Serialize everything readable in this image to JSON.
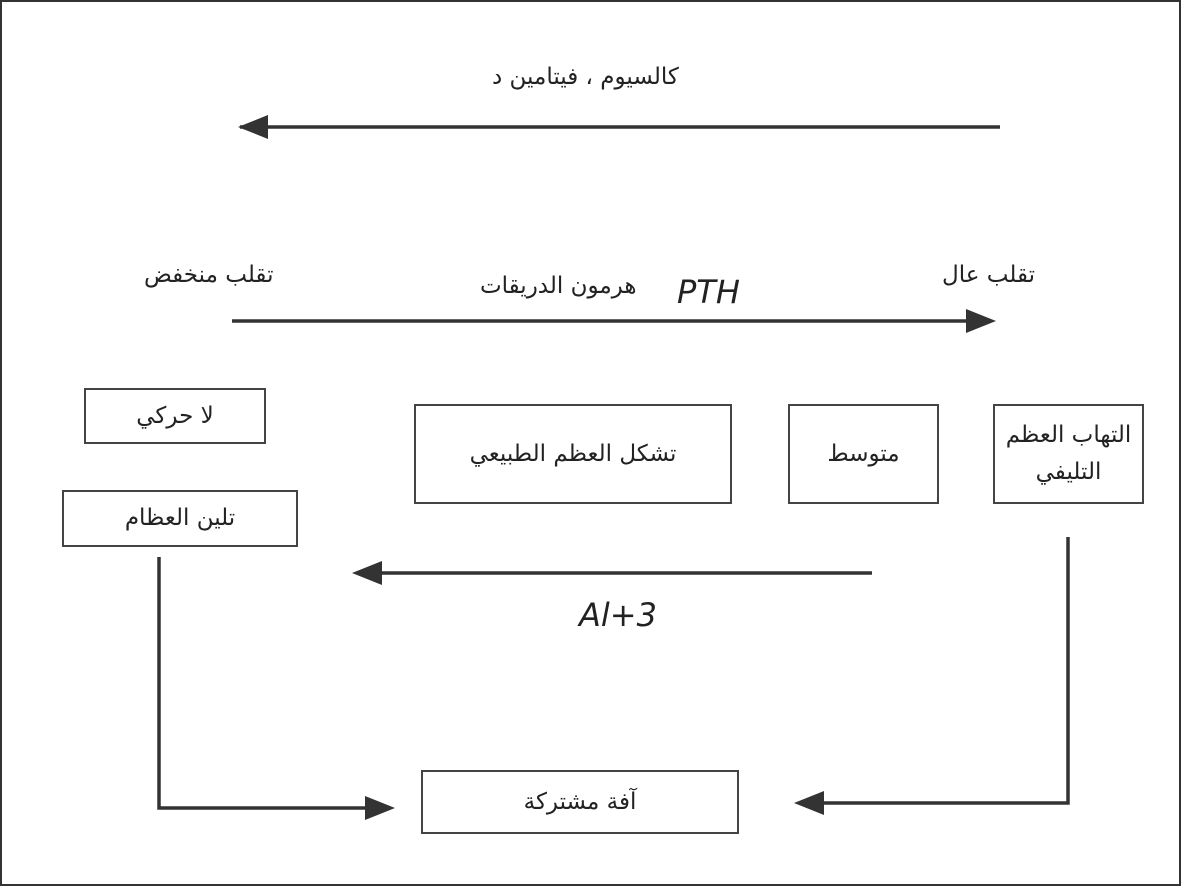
{
  "labels": {
    "calcium_vitd": "كالسيوم ، فيتامين د",
    "high_turnover": "تقلب عال",
    "low_turnover": "تقلب منخفض",
    "pth_arabic": "هرمون الدريقات",
    "pth_symbol": "PTH",
    "aluminium": "Al+3"
  },
  "boxes": {
    "osteitis_fibrosa": "التهاب العظم\nالتليفي",
    "moderate": "متوسط",
    "normal_bone": "تشكل العظم الطبيعي",
    "adynamic": "لا حركي",
    "osteomalacia": "تلين العظام",
    "mixed_lesion": "آفة مشتركة"
  },
  "colors": {
    "line": "#333333",
    "border": "#444444",
    "text": "#222222"
  }
}
